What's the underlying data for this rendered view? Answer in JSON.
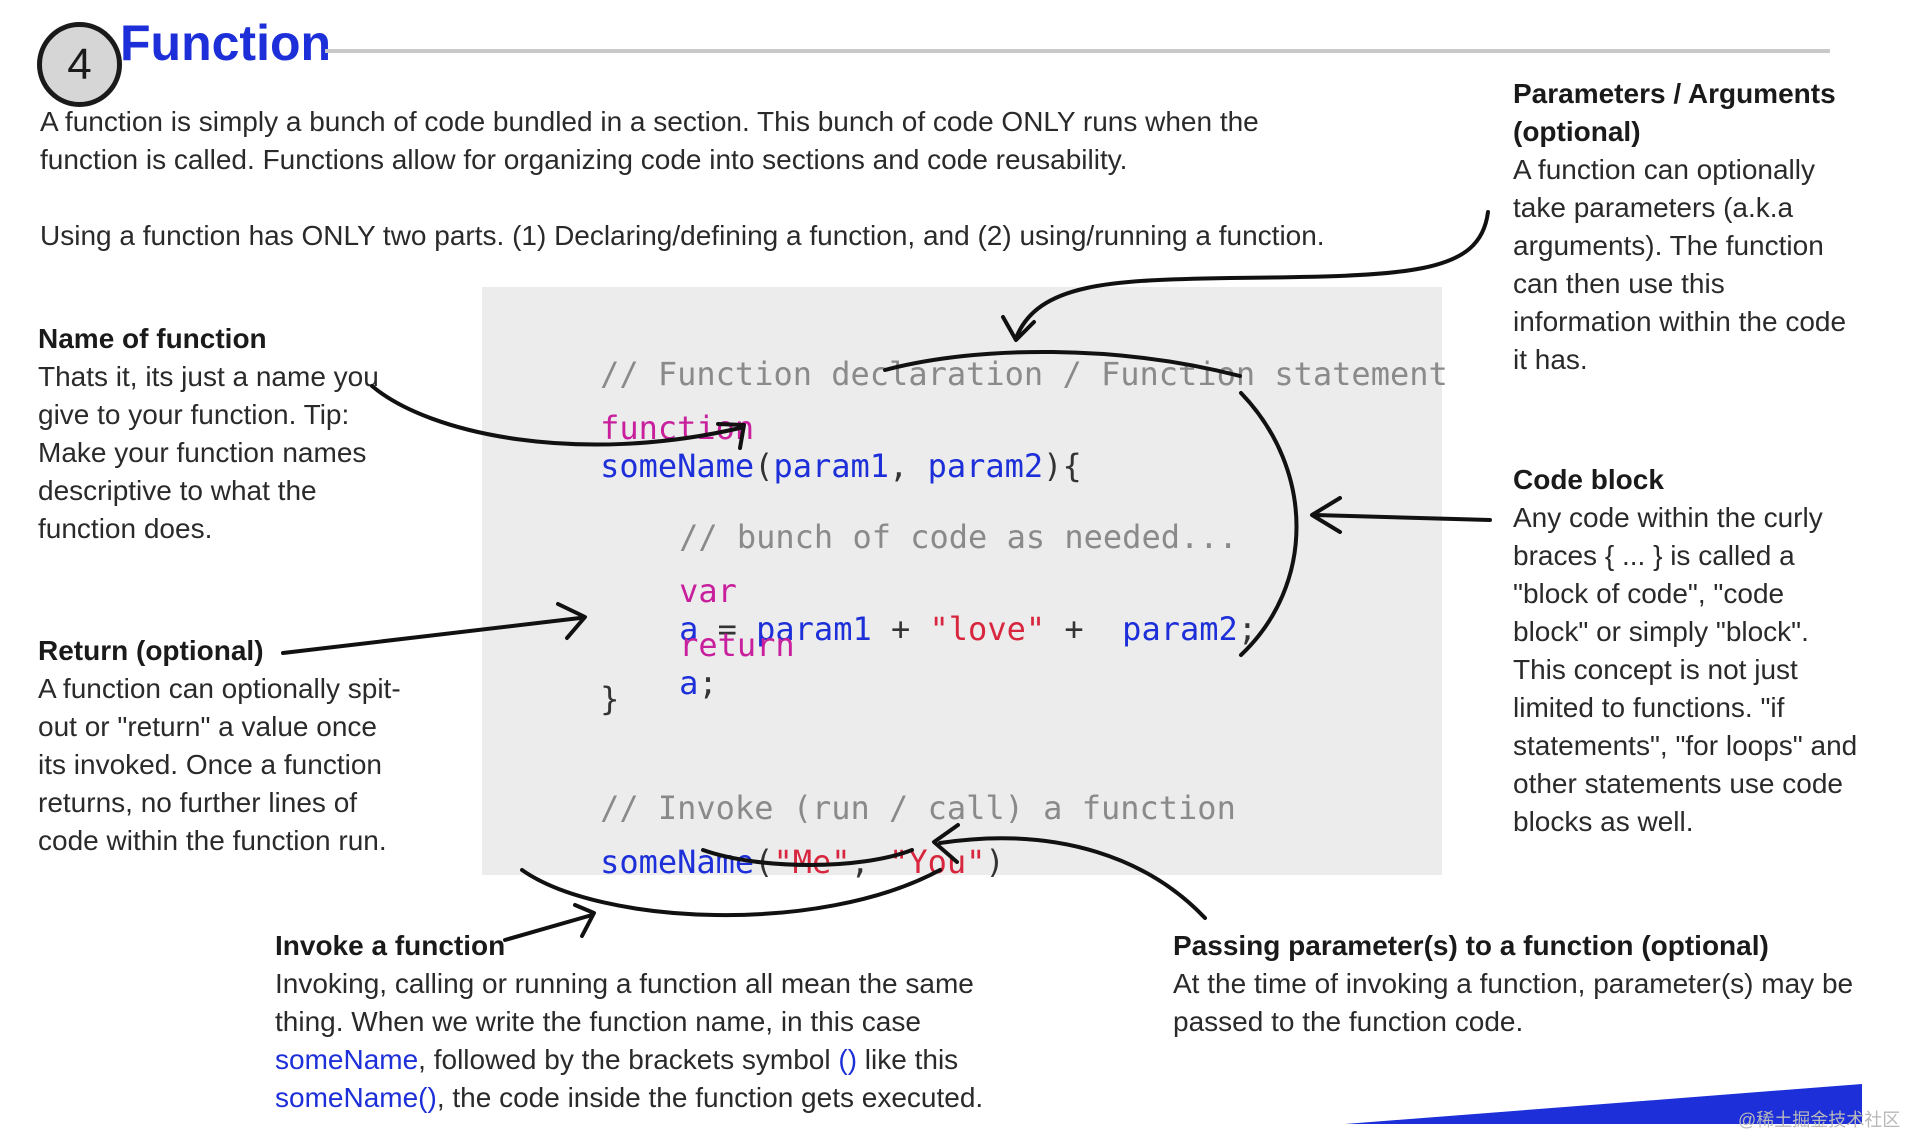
{
  "header": {
    "number": "4",
    "title": "Function"
  },
  "intro": {
    "paragraph_1": "A function is simply a bunch of code bundled in a section. This bunch of code ONLY runs when the function is called. Functions allow for organizing code into sections and code reusability.",
    "paragraph_2": "Using a function has ONLY two parts. (1) Declaring/defining a function, and (2) using/running a function."
  },
  "annotations": {
    "name_of_function": {
      "heading": "Name of function",
      "body": "Thats it, its just a name you give to your function. Tip: Make your function names descriptive to what the function does."
    },
    "return": {
      "heading": "Return (optional)",
      "body": "A function can optionally spit-out or \"return\" a value once its invoked. Once a function returns, no further lines of code within the function run."
    },
    "parameters": {
      "heading": "Parameters / Arguments (optional)",
      "body": "A function can optionally take parameters (a.k.a arguments). The function can then use this information within the code it has."
    },
    "code_block": {
      "heading": "Code block",
      "body": "Any code within the curly braces { ... } is called a \"block of code\", \"code block\" or simply \"block\". This concept is not just limited to functions. \"if statements\", \"for loops\" and other statements use code blocks as well."
    },
    "invoke": {
      "heading": "Invoke a function",
      "body_1": "Invoking, calling or running a function all mean the same thing. When we write the function name, in this case ",
      "body_fn": "someName",
      "body_2": ", followed by the brackets symbol ",
      "body_brackets": "()",
      "body_3": " like this ",
      "body_call": "someName()",
      "body_4": ", the code inside the function gets executed."
    },
    "passing": {
      "heading": "Passing parameter(s) to a function (optional)",
      "body": "At the time of invoking a function, parameter(s) may be passed to the function code."
    }
  },
  "code": {
    "comment_declaration": "// Function declaration / Function statement",
    "kw_function": "function",
    "fn_name": "someName",
    "paren_open": "(",
    "param1": "param1",
    "comma": ", ",
    "param2": "param2",
    "paren_close_brace": "){",
    "comment_body": "// bunch of code as needed...",
    "kw_var": "var",
    "var_a": "a",
    "equals": " = ",
    "plus1": " + ",
    "str_love": "\"love\"",
    "plus2": " +  ",
    "semicolon": ";",
    "kw_return": "return",
    "return_a": "a",
    "close_brace": "}",
    "comment_invoke": "// Invoke (run / call) a function",
    "call_open": "(",
    "str_me": "\"Me\"",
    "call_comma": ", ",
    "str_you": "\"You\"",
    "call_close": ")"
  },
  "watermark": "@稀土掘金技术社区",
  "colors": {
    "title_blue": "#1d2fd8",
    "keyword_magenta": "#c8209d",
    "string_red": "#d7263d",
    "comment_gray": "#8a8a8a",
    "panel_bg": "#ececec",
    "accent_blue": "#1d2fd8"
  }
}
